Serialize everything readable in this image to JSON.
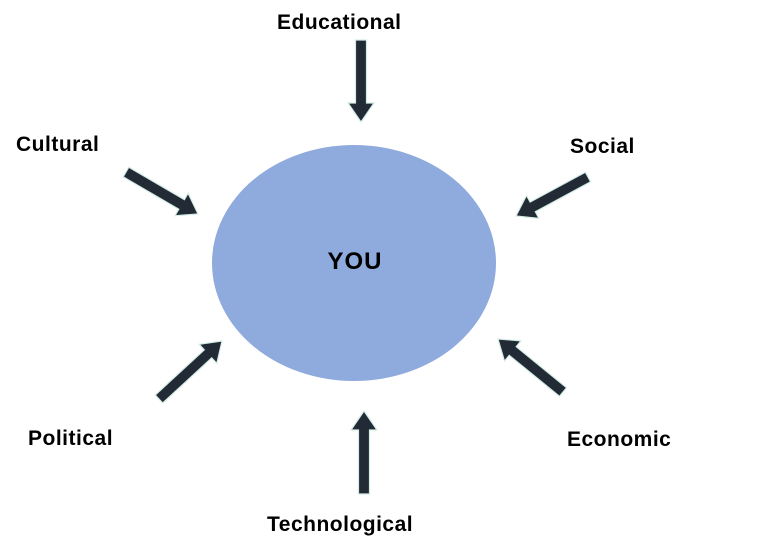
{
  "center": {
    "label": "YOU",
    "fill": "#8FAADC"
  },
  "arrow_color": "#222a35",
  "arrow_outline": "#d4ece6",
  "influences": [
    {
      "id": "educational",
      "label": "Educational",
      "direction": "down"
    },
    {
      "id": "social",
      "label": "Social",
      "direction": "toward-center"
    },
    {
      "id": "economic",
      "label": "Economic",
      "direction": "toward-center"
    },
    {
      "id": "technological",
      "label": "Technological",
      "direction": "up"
    },
    {
      "id": "political",
      "label": "Political",
      "direction": "toward-center"
    },
    {
      "id": "cultural",
      "label": "Cultural",
      "direction": "toward-center"
    }
  ]
}
